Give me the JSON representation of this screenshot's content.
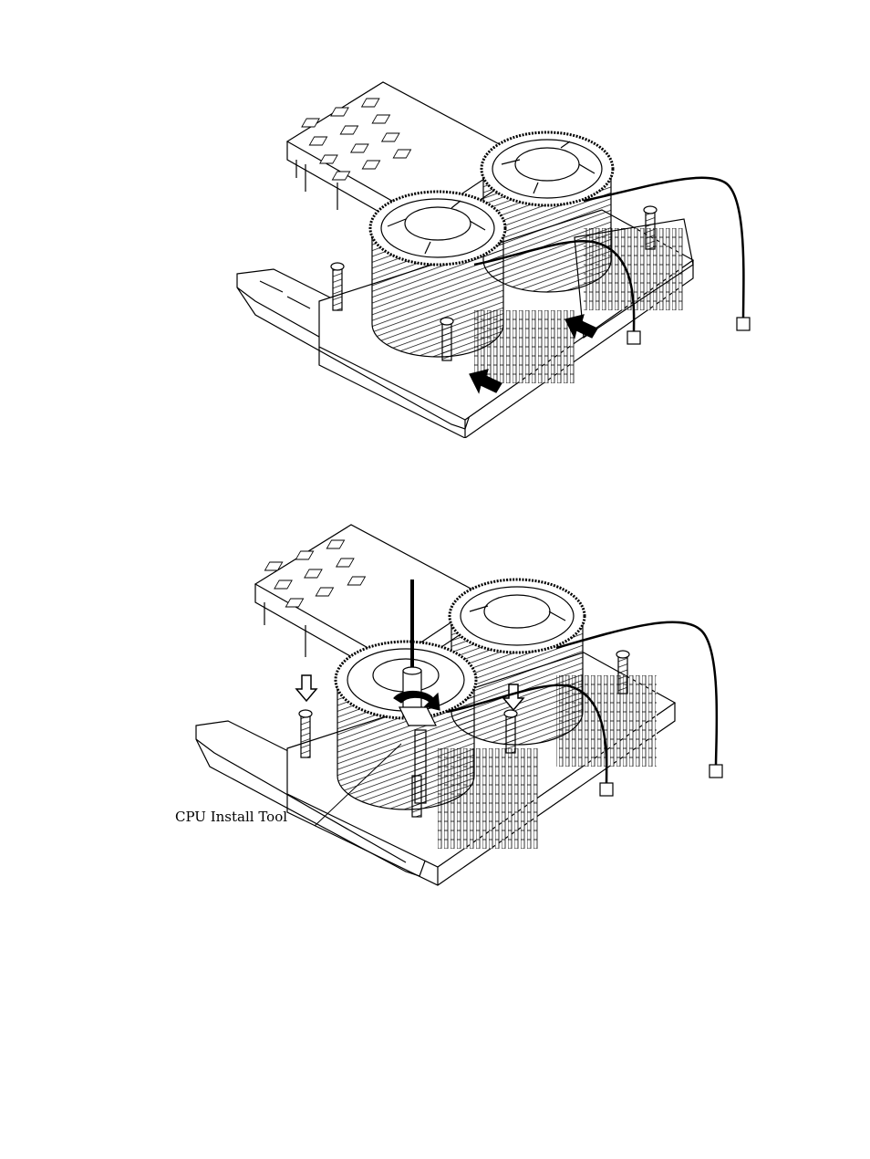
{
  "figures": [
    {
      "id": "fig1",
      "description_label": ""
    },
    {
      "id": "fig2",
      "description_label": ""
    }
  ],
  "callouts": {
    "cpu_install_tool": "CPU Install Tool"
  },
  "colors": {
    "line": "#000000",
    "background": "#ffffff",
    "fill_dark": "#1a1a1a"
  }
}
